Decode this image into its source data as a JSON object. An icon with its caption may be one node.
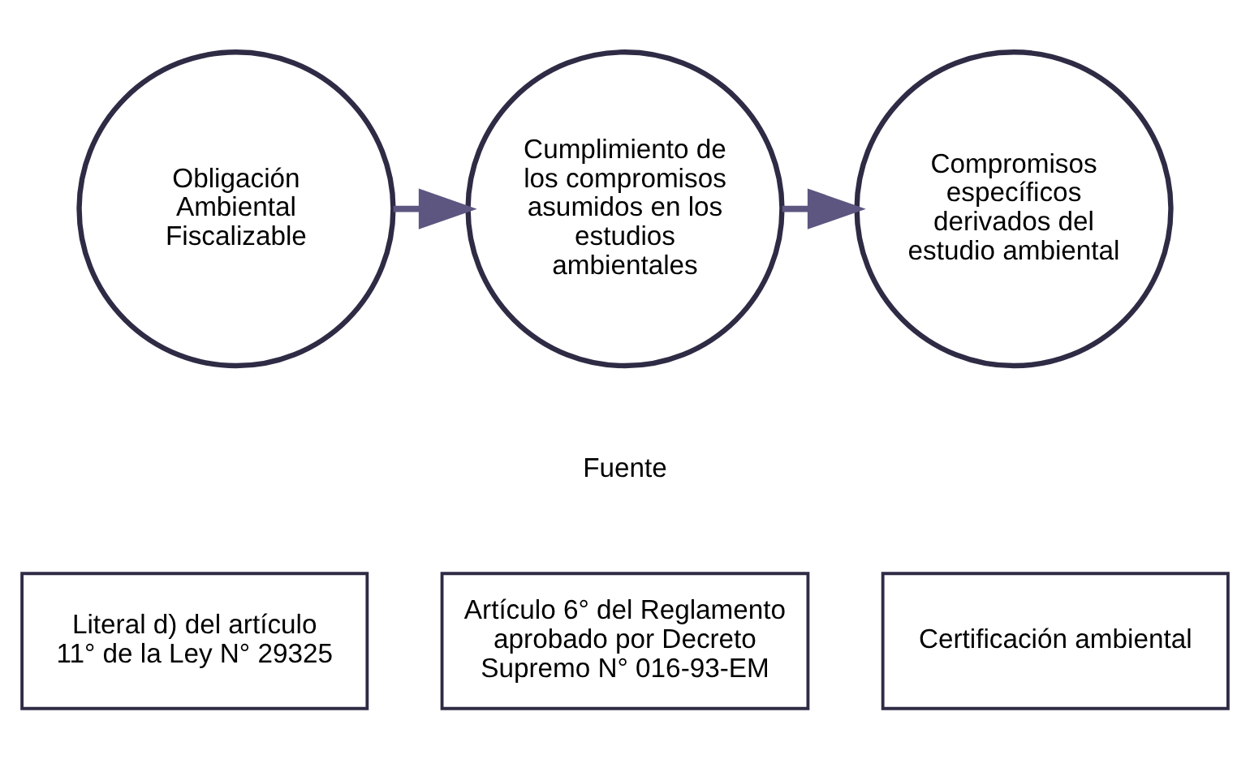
{
  "diagram": {
    "nodes": [
      {
        "text": [
          "Obligación Ambiental Fiscalizable"
        ]
      },
      {
        "text": [
          "Cumplimiento de los compromisos asumidos en los estudios ambientales"
        ]
      },
      {
        "text": [
          "Compromisos específicos derivados del estudio ambiental"
        ]
      },
      {
        "text": [
          "Literal d) del artículo 11° de la Ley N° 29325"
        ]
      },
      {
        "text": [
          "Artículo 6° del Reglamento aprobado por Decreto Supremo N° 016-93-EM"
        ]
      },
      {
        "text": [
          "Certificación ambiental"
        ]
      }
    ],
    "edges": [
      {
        "from": 0,
        "to": 1,
        "arrow": "to"
      },
      {
        "from": 1,
        "to": 2,
        "arrow": "to"
      }
    ],
    "labels": [
      "Fuente"
    ]
  }
}
